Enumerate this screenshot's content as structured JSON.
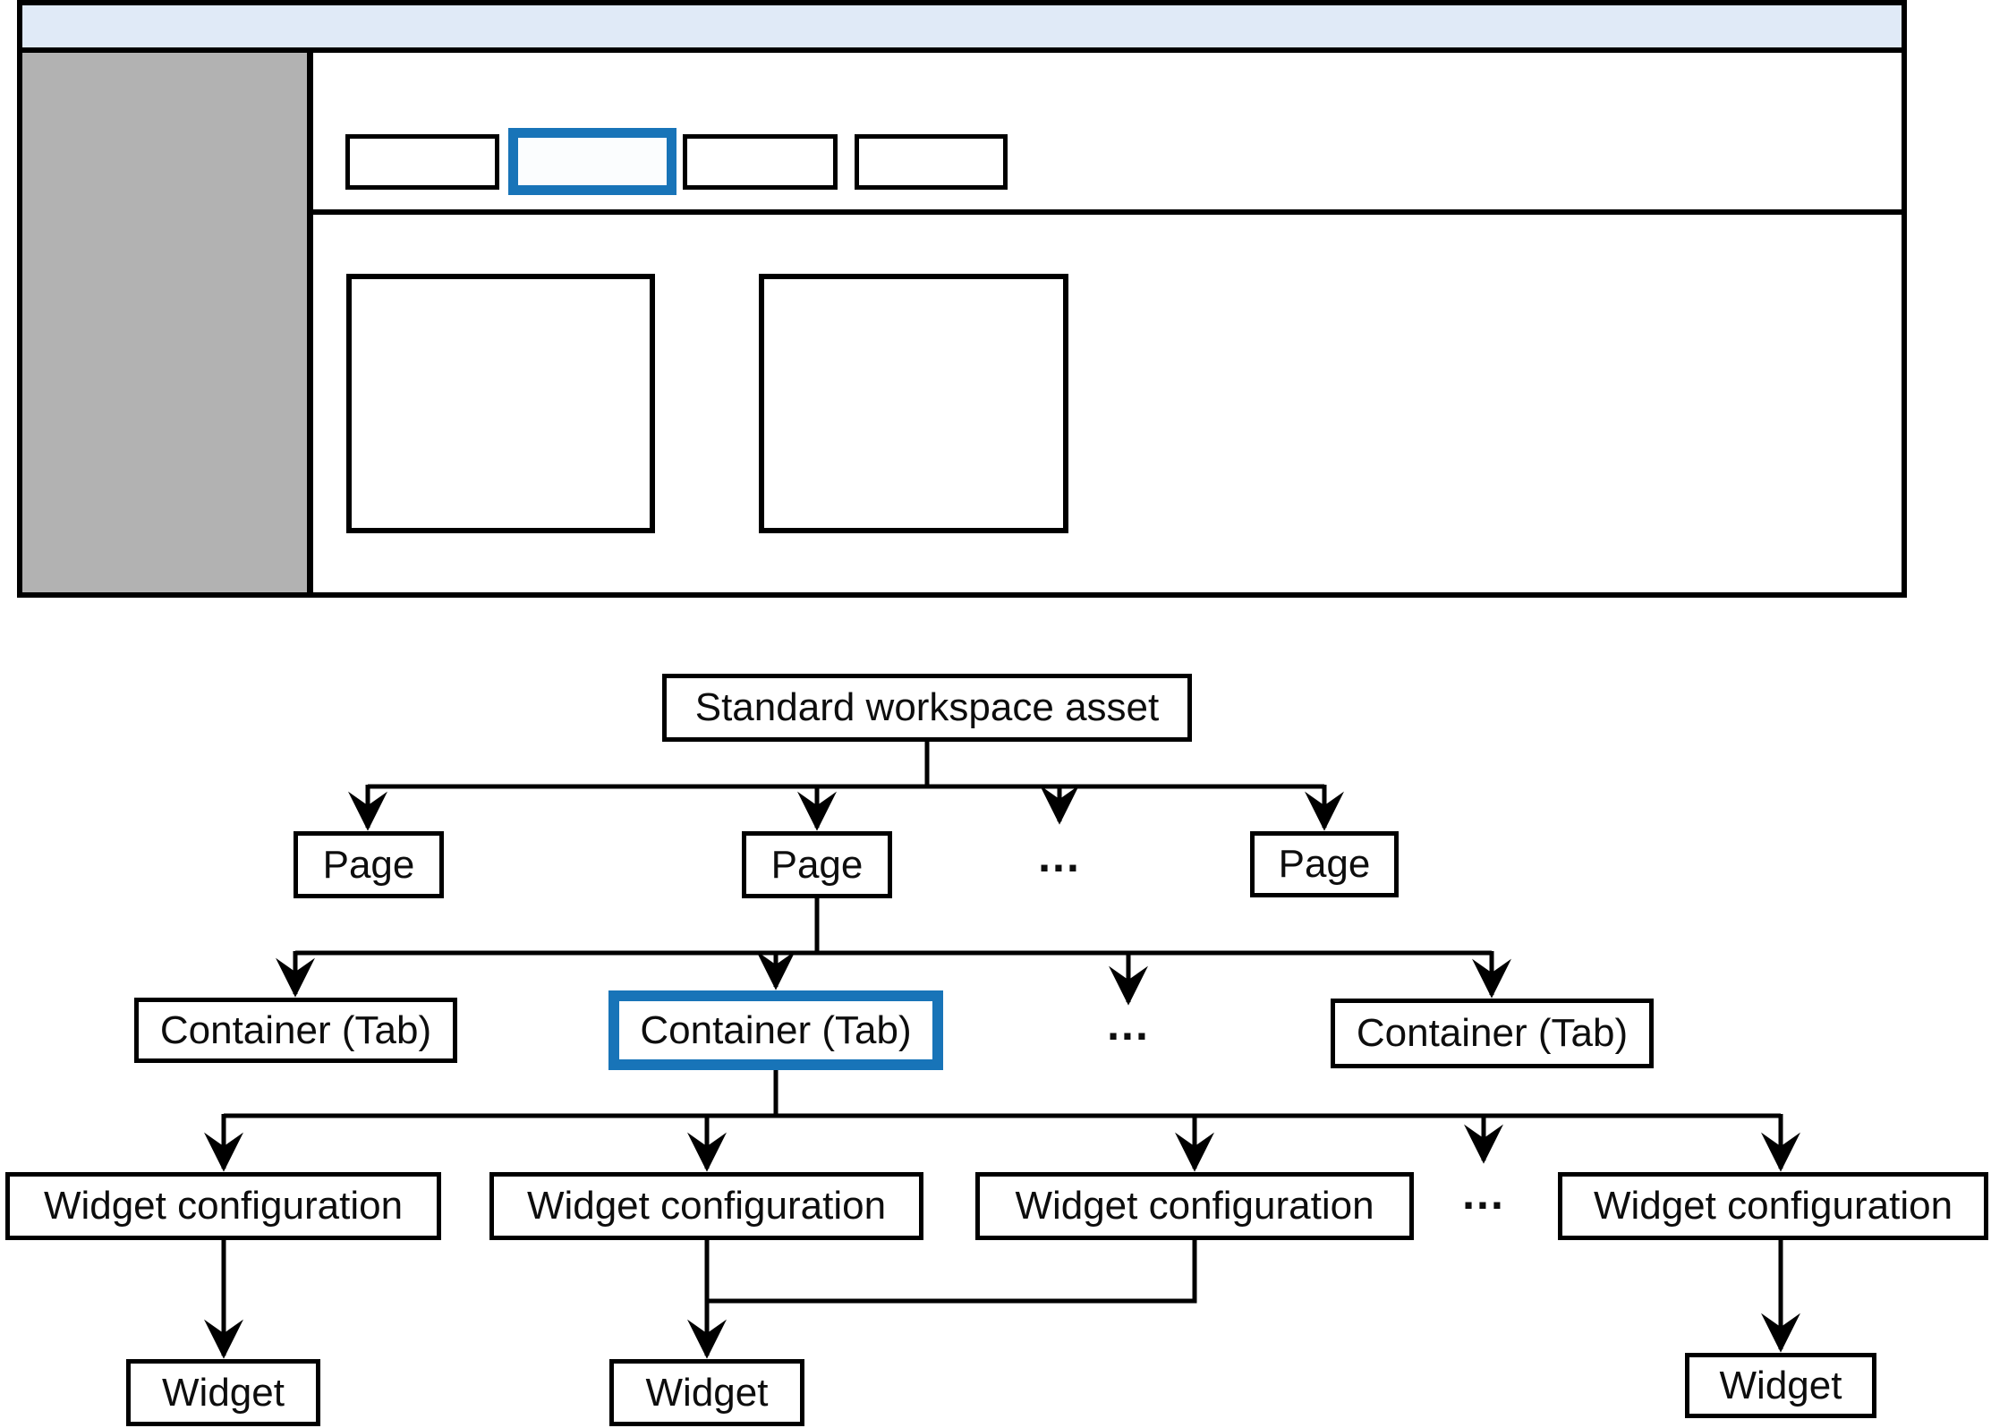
{
  "colors": {
    "accent_blue": "#1874b8",
    "titlebar_fill": "#e0eaf7",
    "sidebar_fill": "#b2b2b2",
    "active_tab_fill": "#fbfdfe",
    "outline": "#000000"
  },
  "diagram": {
    "ellipsis": "...",
    "root_label": "Standard workspace asset",
    "page_labels": [
      "Page",
      "Page",
      "Page"
    ],
    "container_labels": [
      "Container (Tab)",
      "Container (Tab)",
      "Container (Tab)"
    ],
    "widget_config_labels": [
      "Widget configuration",
      "Widget configuration",
      "Widget configuration",
      "Widget configuration"
    ],
    "widget_labels": [
      "Widget",
      "Widget",
      "Widget"
    ]
  }
}
